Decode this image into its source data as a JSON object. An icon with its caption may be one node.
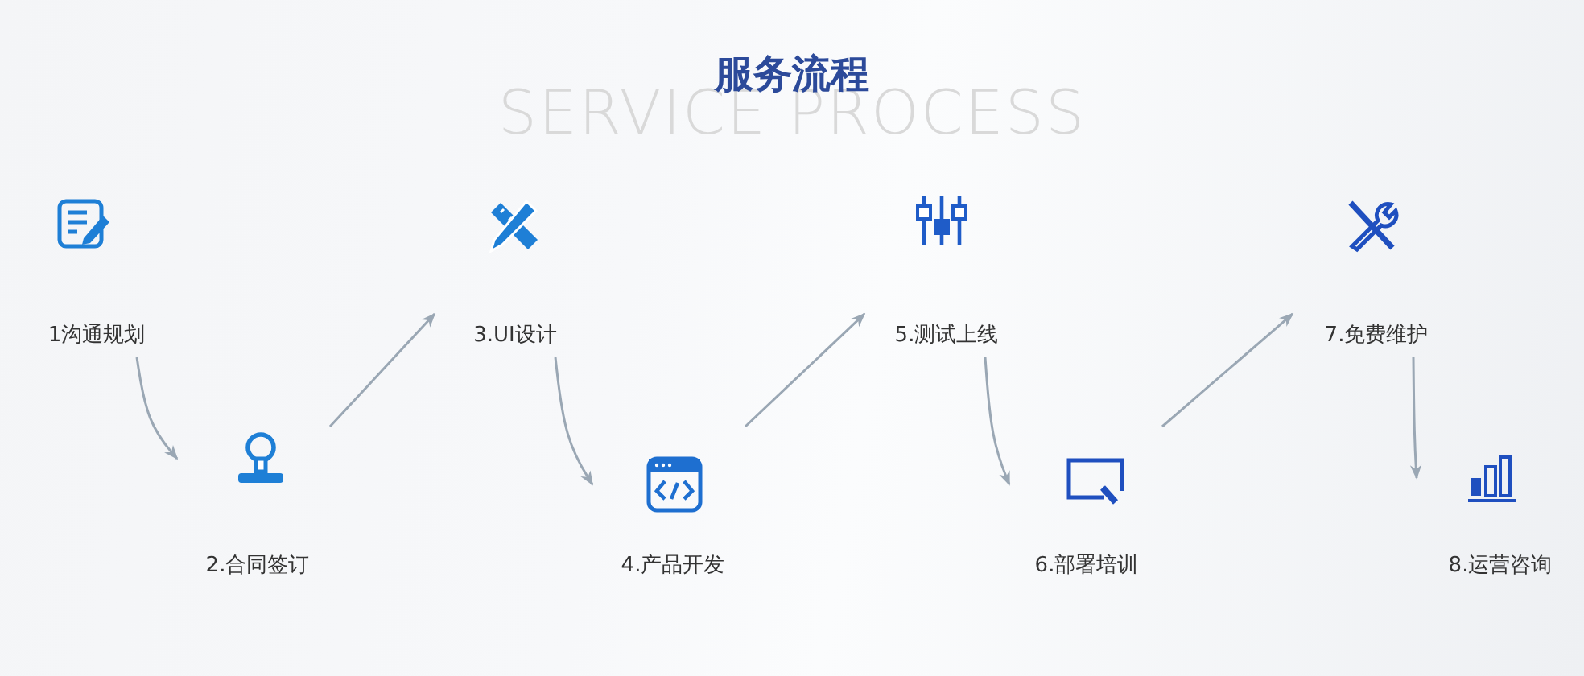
{
  "diagram": {
    "title": "服务流程",
    "nodes": [
      {
        "text": [
          "1沟通规划"
        ]
      },
      {
        "text": [
          "2.合同签订"
        ]
      },
      {
        "text": [
          "3.UI设计"
        ]
      },
      {
        "text": [
          "4.产品开发"
        ]
      },
      {
        "text": [
          "5.测试上线"
        ]
      },
      {
        "text": [
          "6.部署培训"
        ]
      },
      {
        "text": [
          "7.免费维护"
        ]
      },
      {
        "text": [
          "8.运营咨询"
        ]
      }
    ],
    "edges": [
      {
        "from": 0,
        "to": 1,
        "arrow": "to"
      },
      {
        "from": 1,
        "to": 2,
        "arrow": "to"
      },
      {
        "from": 2,
        "to": 3,
        "arrow": "to"
      },
      {
        "from": 3,
        "to": 4,
        "arrow": "to"
      },
      {
        "from": 4,
        "to": 5,
        "arrow": "to"
      },
      {
        "from": 5,
        "to": 6,
        "arrow": "to"
      },
      {
        "from": 6,
        "to": 7,
        "arrow": "to"
      }
    ],
    "labels": [
      "SERVICE PROCESS"
    ]
  }
}
